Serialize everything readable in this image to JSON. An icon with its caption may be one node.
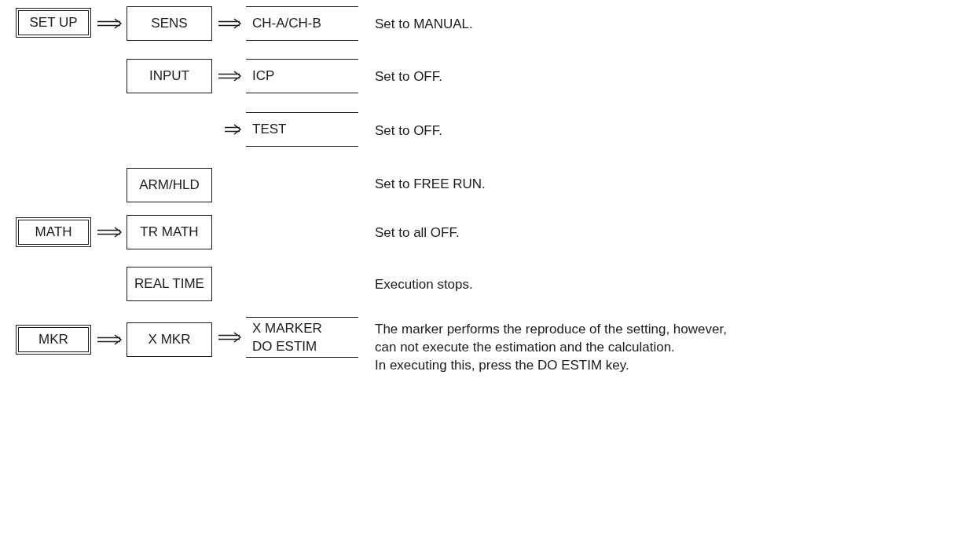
{
  "diagram": {
    "nodes": [
      {
        "text": [
          "SET UP"
        ]
      },
      {
        "text": [
          "SENS"
        ]
      },
      {
        "text": [
          "CH-A/CH-B"
        ],
        "beside": [
          "Set to MANUAL."
        ]
      },
      {
        "text": [
          "INPUT"
        ]
      },
      {
        "text": [
          "ICP"
        ],
        "beside": [
          "Set to OFF."
        ]
      },
      {
        "text": [
          "TEST"
        ],
        "beside": [
          "Set to OFF."
        ]
      },
      {
        "text": [
          "ARM/HLD"
        ]
      },
      {
        "text": [
          "MATH"
        ]
      },
      {
        "text": [
          "TR MATH"
        ]
      },
      {
        "text": [
          "REAL TIME"
        ]
      },
      {
        "text": [
          "MKR"
        ]
      },
      {
        "text": [
          "X MKR"
        ]
      },
      {
        "text": [
          "X MARKER",
          "DO ESTIM"
        ],
        "beside": [
          "The marker performs the reproduce of the setting, however, can not execute the estimation and the calculation.",
          "In executing this, press the DO ESTIM key."
        ]
      }
    ],
    "edges": [
      {
        "from": 0,
        "to": 1,
        "arrow": "to"
      },
      {
        "from": 1,
        "to": 2,
        "arrow": "to"
      },
      {
        "from": 3,
        "to": 4,
        "arrow": "to"
      },
      {
        "from": null,
        "to": 5,
        "arrow": "to"
      },
      {
        "from": 7,
        "to": 8,
        "arrow": "to"
      },
      {
        "from": 10,
        "to": 11,
        "arrow": "to"
      },
      {
        "from": 11,
        "to": 12,
        "arrow": "to"
      }
    ],
    "labels": [
      "Set to FREE RUN.",
      "Set to all OFF.",
      "Execution stops."
    ]
  }
}
